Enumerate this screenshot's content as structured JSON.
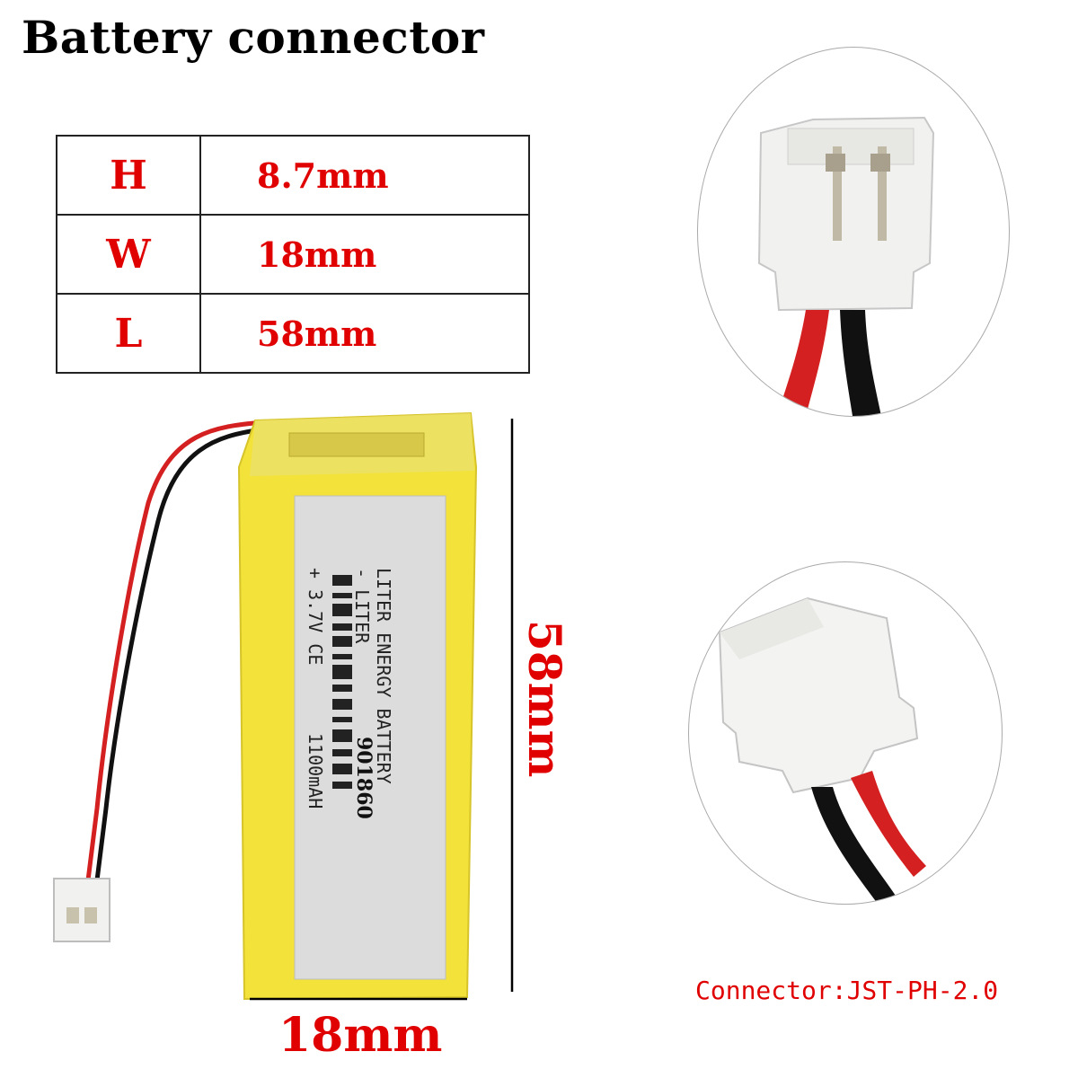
{
  "title": "Battery connector",
  "dimensions_table": [
    {
      "key": "H",
      "value": "8.7mm"
    },
    {
      "key": "W",
      "value": "18mm"
    },
    {
      "key": "L",
      "value": "58mm"
    }
  ],
  "battery_label": {
    "brand_line": "LITER ENERGY BATTERY",
    "sub_line": "- LITER",
    "model": "901860",
    "spec_line": "+ 3.7V CE",
    "capacity": "1100mAH"
  },
  "length_dimension": "58mm",
  "width_dimension": "18mm",
  "connector_label": "Connector:JST-PH-2.0",
  "colors": {
    "accent_red": "#e00000",
    "battery_yellow": "#f2e23a",
    "label_silver": "#dcdcdc",
    "wire_red": "#d42020",
    "wire_black": "#111111"
  }
}
